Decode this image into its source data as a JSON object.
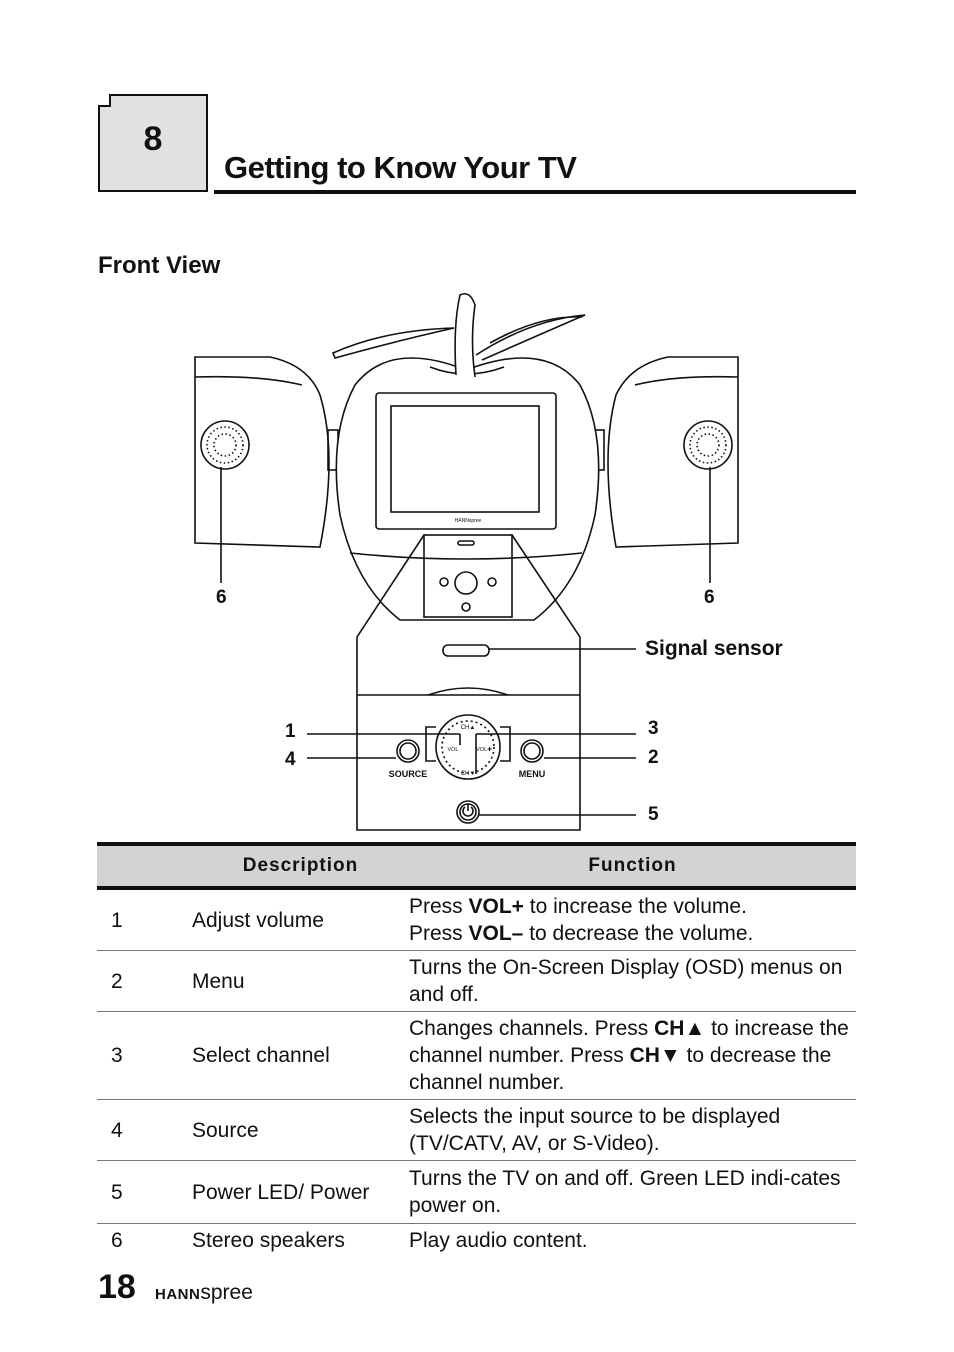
{
  "chapter": {
    "number": "8",
    "title": "Getting to Know Your TV"
  },
  "section": {
    "title": "Front View"
  },
  "figure": {
    "callouts": {
      "c1": "1",
      "c2": "2",
      "c3": "3",
      "c4": "4",
      "c5": "5",
      "c6_left": "6",
      "c6_right": "6"
    },
    "signal_sensor_label": "Signal sensor",
    "panel": {
      "source": "SOURCE",
      "menu": "MENU",
      "ch_up": "CH▲",
      "ch_down": "CH▼",
      "vol_minus": "VOL",
      "vol_plus": "VOL✚"
    },
    "screen_brand": "HANNspree"
  },
  "table": {
    "headers": {
      "num": "",
      "description": "Description",
      "function": "Function"
    },
    "rows": [
      {
        "num": "1",
        "description": "Adjust volume",
        "f": [
          "Press ",
          "VOL+",
          " to increase the volume.",
          "Press ",
          "VOL–",
          " to decrease the volume."
        ]
      },
      {
        "num": "2",
        "description": "Menu",
        "function": "Turns the On-Screen Display (OSD) menus on and off."
      },
      {
        "num": "3",
        "description": "Select channel",
        "f": [
          "Changes channels. Press ",
          "CH▲",
          " to increase the channel number. Press ",
          "CH▼",
          " to decrease the channel number."
        ]
      },
      {
        "num": "4",
        "description": "Source",
        "function": "Selects the input source to be displayed (TV/CATV, AV, or S-Video)."
      },
      {
        "num": "5",
        "description": "Power LED/ Power",
        "function": "Turns the TV on and off. Green LED indi-cates power on."
      },
      {
        "num": "6",
        "description": "Stereo speakers",
        "function": "Play audio content."
      }
    ]
  },
  "footer": {
    "page_number": "18",
    "brand_bold": "HANN",
    "brand_light": "spree"
  }
}
